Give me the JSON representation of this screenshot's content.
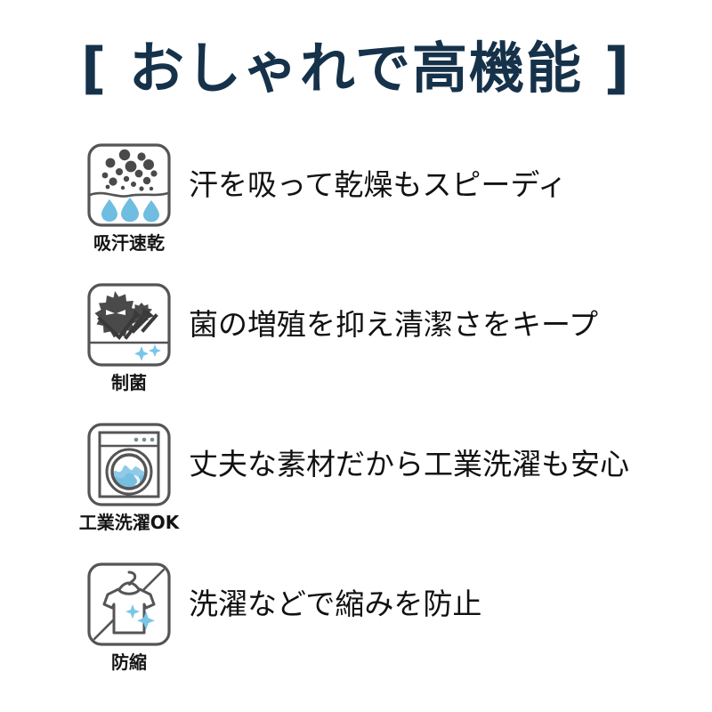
{
  "header": {
    "title": "[ おしゃれで高機能 ]",
    "title_color": "#16324a"
  },
  "theme": {
    "background": "#ffffff",
    "icon_stroke": "#555555",
    "icon_dark": "#4a4a4a",
    "accent_blue": "#6fbde1",
    "sparkle_blue": "#79c6e8",
    "text_color": "#111111"
  },
  "features": [
    {
      "icon_name": "moisture-wicking-quick-dry-icon",
      "caption": "吸汗速乾",
      "description": "汗を吸って乾燥もスピーディ"
    },
    {
      "icon_name": "antibacterial-icon",
      "caption": "制菌",
      "description": "菌の増殖を抑え清潔さをキープ"
    },
    {
      "icon_name": "industrial-wash-ok-icon",
      "caption": "工業洗濯OK",
      "description": "丈夫な素材だから工業洗濯も安心"
    },
    {
      "icon_name": "anti-shrink-icon",
      "caption": "防縮",
      "description": "洗濯などで縮みを防止"
    }
  ]
}
